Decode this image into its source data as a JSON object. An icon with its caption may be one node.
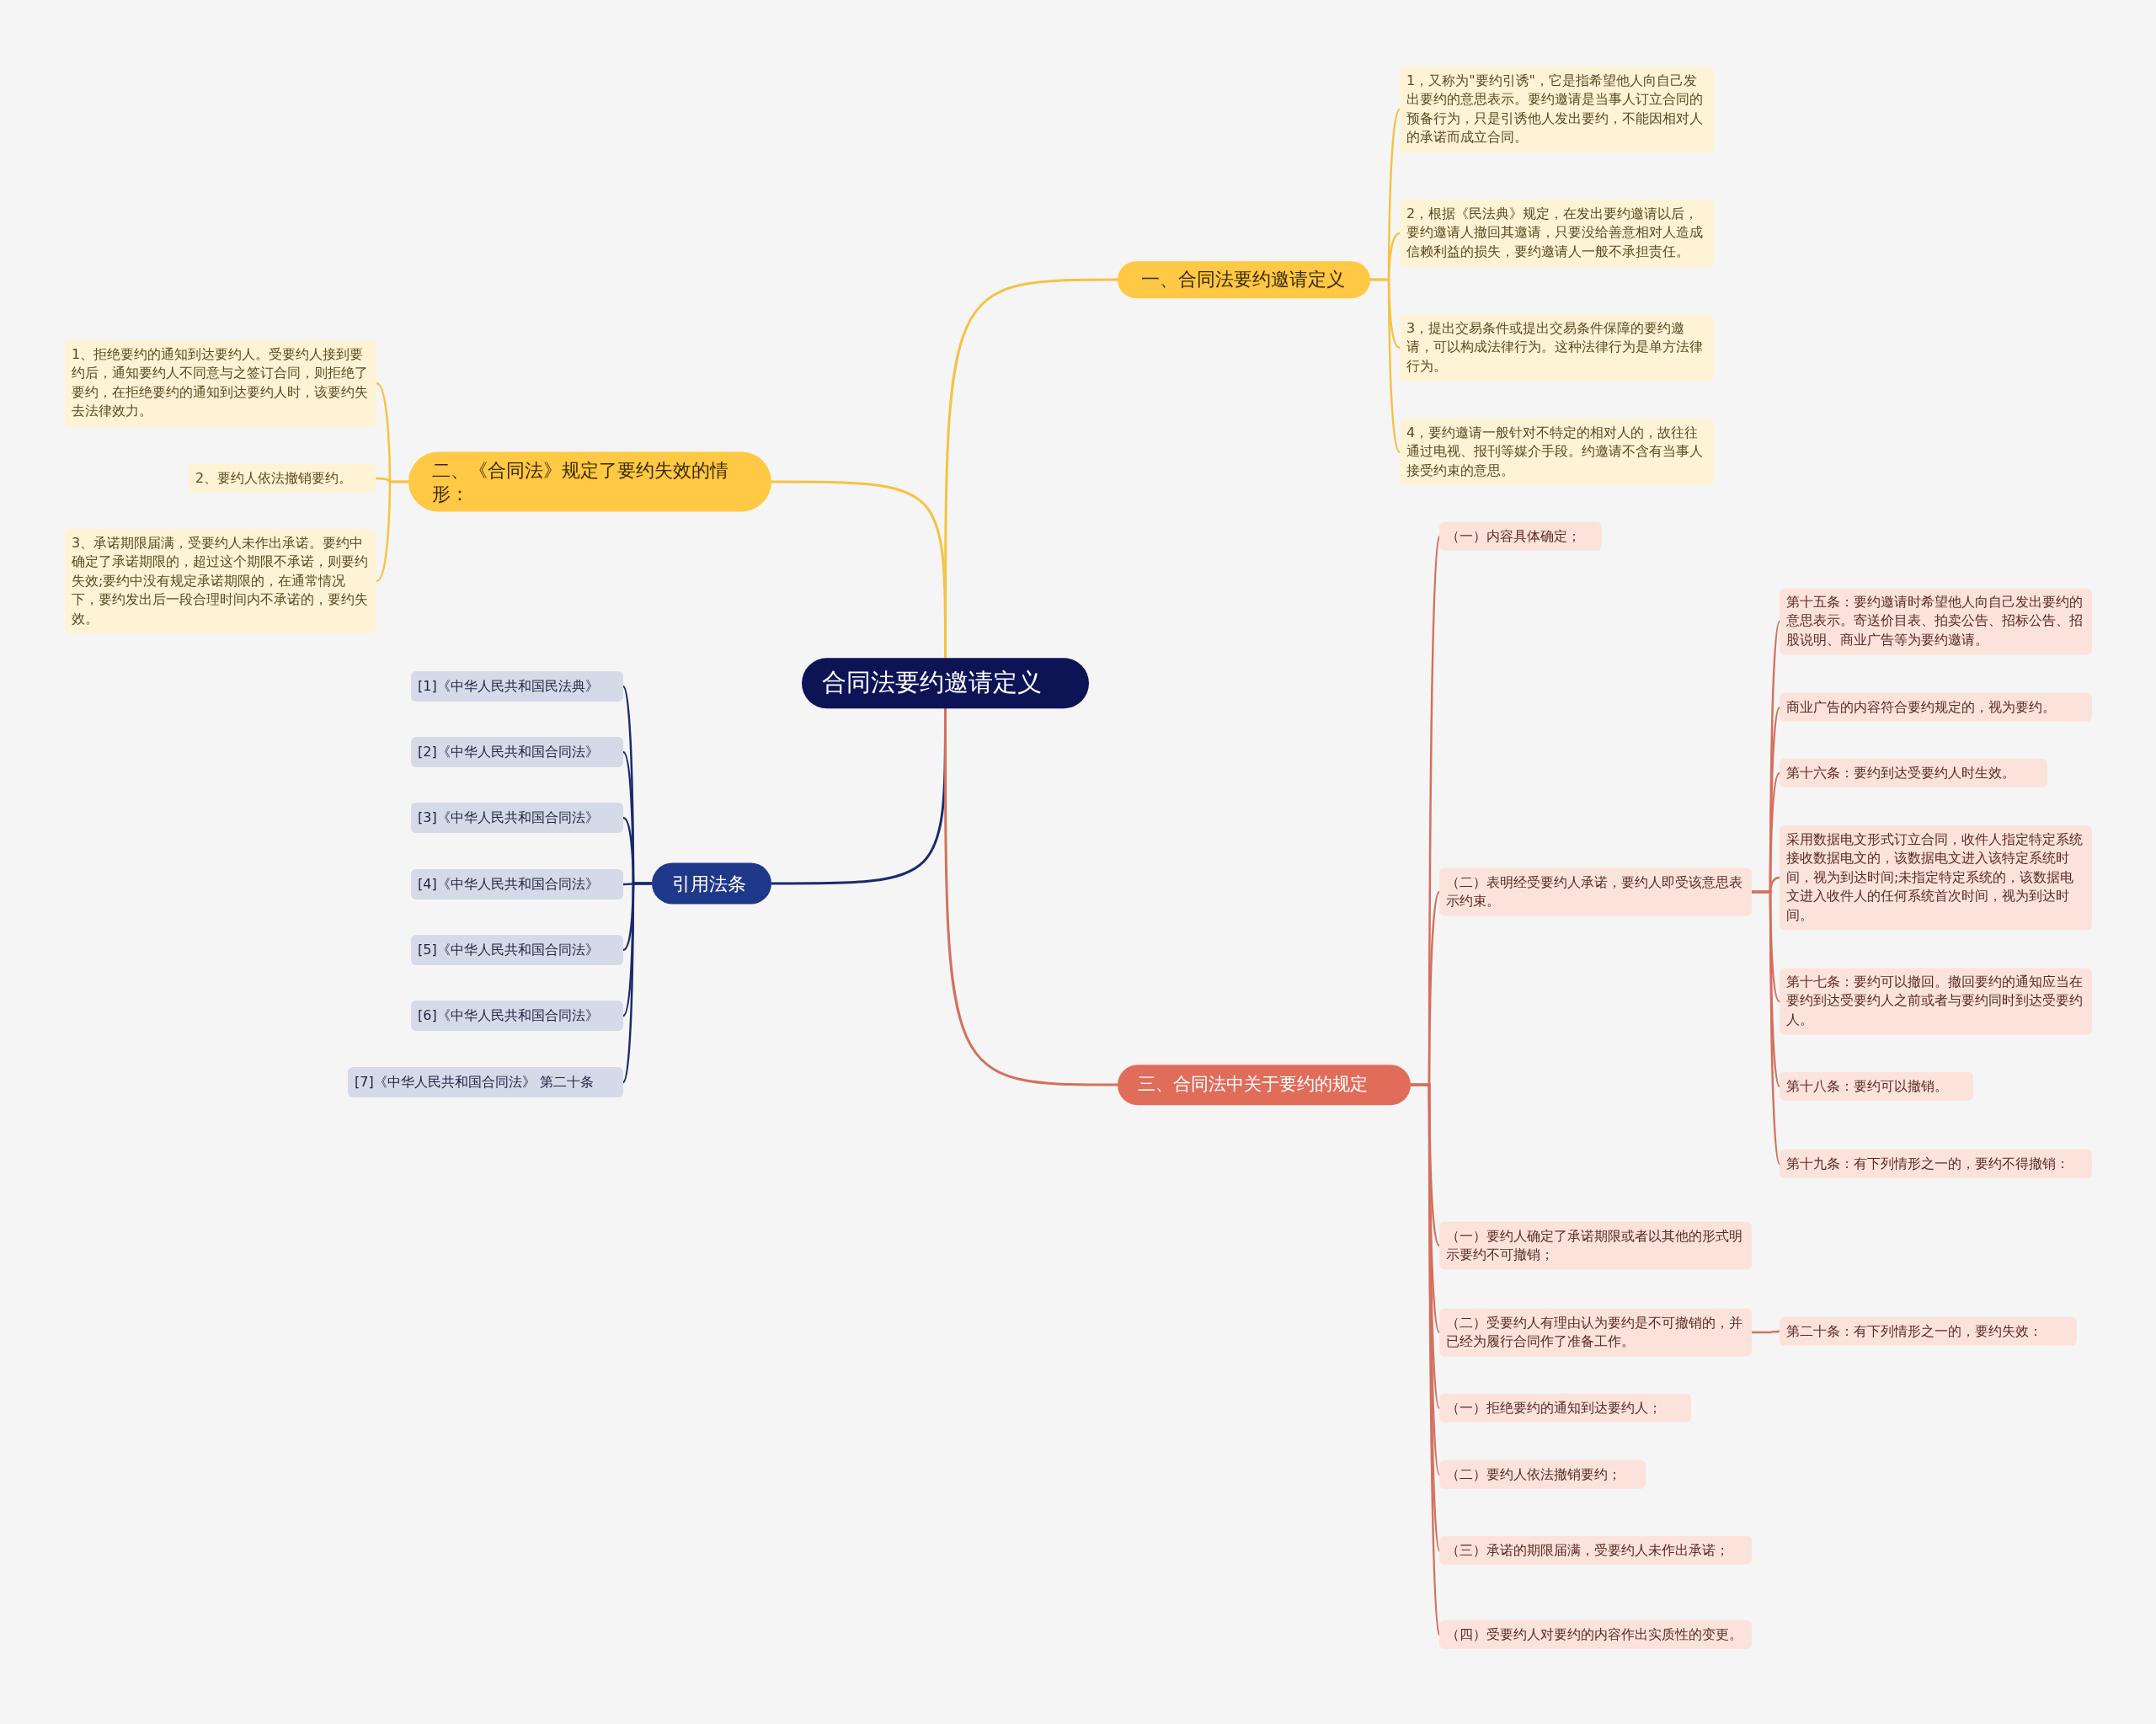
{
  "diagram": {
    "nodes": [
      {
        "text": [
          "合同法要约邀请定义"
        ]
      },
      {
        "text": [
          "一、合同法要约邀请定义"
        ]
      },
      {
        "text": [
          "1，又称为\"要约引诱\"，它是指希望他人向自己发出要约的意思表示。要约邀请是当事人订立合同的预备行为，只是引诱他人发出要约，不能因相对人的承诺而成立合同。"
        ]
      },
      {
        "text": [
          "2，根据《民法典》规定，在发出要约邀请以后，要约邀请人撤回其邀请，只要没给善意相对人造成信赖利益的损失，要约邀请人一般不承担责任。"
        ]
      },
      {
        "text": [
          "3，提出交易条件或提出交易条件保障的要约邀请，可以构成法律行为。这种法律行为是单方法律行为。"
        ]
      },
      {
        "text": [
          "4，要约邀请一般针对不特定的相对人的，故往往通过电视、报刊等媒介手段。约邀请不含有当事人接受约束的意思。"
        ]
      },
      {
        "text": [
          "二、《合同法》规定了要约失效的情形："
        ]
      },
      {
        "text": [
          "1、拒绝要约的通知到达要约人。受要约人接到要约后，通知要约人不同意与之签订合同，则拒绝了要约，在拒绝要约的通知到达要约人时，该要约失去法律效力。"
        ]
      },
      {
        "text": [
          "2、要约人依法撤销要约。"
        ]
      },
      {
        "text": [
          "3、承诺期限届满，受要约人未作出承诺。要约中确定了承诺期限的，超过这个期限不承诺，则要约失效;要约中没有规定承诺期限的，在通常情况下，要约发出后一段合理时间内不承诺的，要约失效。"
        ]
      },
      {
        "text": [
          "引用法条"
        ]
      },
      {
        "text": [
          "[1]《中华人民共和国民法典》"
        ]
      },
      {
        "text": [
          "[2]《中华人民共和国合同法》"
        ]
      },
      {
        "text": [
          "[3]《中华人民共和国合同法》"
        ]
      },
      {
        "text": [
          "[4]《中华人民共和国合同法》"
        ]
      },
      {
        "text": [
          "[5]《中华人民共和国合同法》"
        ]
      },
      {
        "text": [
          "[6]《中华人民共和国合同法》"
        ]
      },
      {
        "text": [
          "[7]《中华人民共和国合同法》 第二十条"
        ]
      },
      {
        "text": [
          "三、合同法中关于要约的规定"
        ]
      },
      {
        "text": [
          "（一）内容具体确定；"
        ]
      },
      {
        "text": [
          "（二）表明经受要约人承诺，要约人即受该意思表示约束。"
        ]
      },
      {
        "text": [
          "第十五条：要约邀请时希望他人向自己发出要约的意思表示。寄送价目表、拍卖公告、招标公告、招股说明、商业广告等为要约邀请。"
        ]
      },
      {
        "text": [
          "商业广告的内容符合要约规定的，视为要约。"
        ]
      },
      {
        "text": [
          "第十六条：要约到达受要约人时生效。"
        ]
      },
      {
        "text": [
          "采用数据电文形式订立合同，收件人指定特定系统接收数据电文的，该数据电文进入该特定系统时间，视为到达时间;未指定特定系统的，该数据电文进入收件人的任何系统首次时间，视为到达时间。"
        ]
      },
      {
        "text": [
          "第十七条：要约可以撤回。撤回要约的通知应当在要约到达受要约人之前或者与要约同时到达受要约人。"
        ]
      },
      {
        "text": [
          "第十八条：要约可以撤销。"
        ]
      },
      {
        "text": [
          "第十九条：有下列情形之一的，要约不得撤销："
        ]
      },
      {
        "text": [
          "（一）要约人确定了承诺期限或者以其他的形式明示要约不可撤销；"
        ]
      },
      {
        "text": [
          "（二）受要约人有理由认为要约是不可撤销的，并已经为履行合同作了准备工作。"
        ]
      },
      {
        "text": [
          "第二十条：有下列情形之一的，要约失效："
        ]
      },
      {
        "text": [
          "（一）拒绝要约的通知到达要约人；"
        ]
      },
      {
        "text": [
          "（二）要约人依法撤销要约；"
        ]
      },
      {
        "text": [
          "（三）承诺的期限届满，受要约人未作出承诺；"
        ]
      },
      {
        "text": [
          "（四）受要约人对要约的内容作出实质性的变更。"
        ]
      }
    ],
    "edges": [
      {
        "from": 0,
        "to": 1,
        "arrow": "none",
        "color": "#f5c342"
      },
      {
        "from": 1,
        "to": 2,
        "arrow": "none",
        "color": "#f5c342"
      },
      {
        "from": 1,
        "to": 3,
        "arrow": "none",
        "color": "#f5c342"
      },
      {
        "from": 1,
        "to": 4,
        "arrow": "none",
        "color": "#f5c342"
      },
      {
        "from": 1,
        "to": 5,
        "arrow": "none",
        "color": "#f5c342"
      },
      {
        "from": 0,
        "to": 6,
        "arrow": "none",
        "color": "#f5c342"
      },
      {
        "from": 6,
        "to": 7,
        "arrow": "none",
        "color": "#f5c342"
      },
      {
        "from": 6,
        "to": 8,
        "arrow": "none",
        "color": "#f5c342"
      },
      {
        "from": 6,
        "to": 9,
        "arrow": "none",
        "color": "#f5c342"
      },
      {
        "from": 0,
        "to": 10,
        "arrow": "none",
        "color": "#1b2a6b"
      },
      {
        "from": 10,
        "to": 11,
        "arrow": "none",
        "color": "#1b2a6b"
      },
      {
        "from": 10,
        "to": 12,
        "arrow": "none",
        "color": "#1b2a6b"
      },
      {
        "from": 10,
        "to": 13,
        "arrow": "none",
        "color": "#1b2a6b"
      },
      {
        "from": 10,
        "to": 14,
        "arrow": "none",
        "color": "#1b2a6b"
      },
      {
        "from": 10,
        "to": 15,
        "arrow": "none",
        "color": "#1b2a6b"
      },
      {
        "from": 10,
        "to": 16,
        "arrow": "none",
        "color": "#1b2a6b"
      },
      {
        "from": 10,
        "to": 17,
        "arrow": "none",
        "color": "#1b2a6b"
      },
      {
        "from": 0,
        "to": 18,
        "arrow": "none"
      },
      {
        "from": 18,
        "to": 19,
        "arrow": "none"
      },
      {
        "from": 18,
        "to": 20,
        "arrow": "none"
      },
      {
        "from": 20,
        "to": 21,
        "arrow": "none"
      },
      {
        "from": 20,
        "to": 22,
        "arrow": "none"
      },
      {
        "from": 20,
        "to": 23,
        "arrow": "none"
      },
      {
        "from": 20,
        "to": 24,
        "arrow": "none"
      },
      {
        "from": 20,
        "to": 25,
        "arrow": "none"
      },
      {
        "from": 20,
        "to": 26,
        "arrow": "none"
      },
      {
        "from": 20,
        "to": 27,
        "arrow": "none"
      },
      {
        "from": 18,
        "to": 28,
        "arrow": "none"
      },
      {
        "from": 18,
        "to": 29,
        "arrow": "none"
      },
      {
        "from": 29,
        "to": 30,
        "arrow": "none"
      },
      {
        "from": 18,
        "to": 31,
        "arrow": "none"
      },
      {
        "from": 18,
        "to": 32,
        "arrow": "none"
      },
      {
        "from": 18,
        "to": 33,
        "arrow": "none"
      },
      {
        "from": 18,
        "to": 34,
        "arrow": "none"
      }
    ]
  }
}
